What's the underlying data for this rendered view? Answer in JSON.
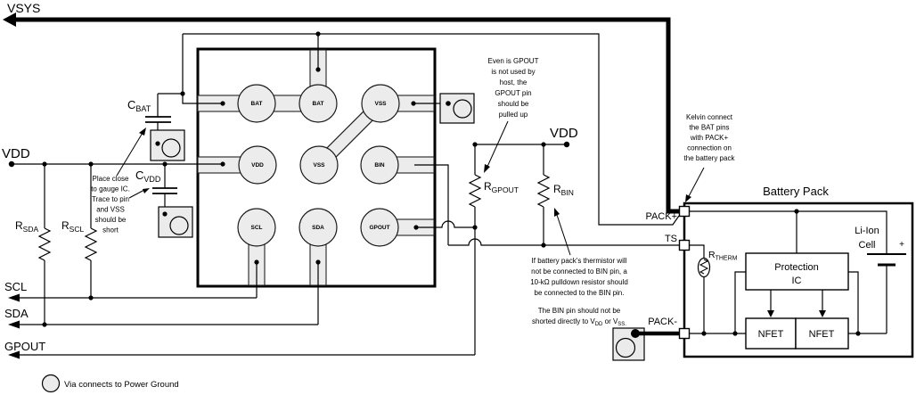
{
  "nets": {
    "vsys": "VSYS",
    "vdd_left": "VDD",
    "scl": "SCL",
    "sda": "SDA",
    "gpout": "GPOUT",
    "vdd_right": "VDD"
  },
  "components": {
    "c_bat": {
      "pre": "C",
      "sub": "BAT"
    },
    "c_vdd": {
      "pre": "C",
      "sub": "VDD"
    },
    "r_sda": {
      "pre": "R",
      "sub": "SDA"
    },
    "r_scl": {
      "pre": "R",
      "sub": "SCL"
    },
    "r_gpout": {
      "pre": "R",
      "sub": "GPOUT"
    },
    "r_bin": {
      "pre": "R",
      "sub": "BIN"
    },
    "r_therm": {
      "pre": "R",
      "sub": "THERM"
    }
  },
  "ic": {
    "pads": [
      "BAT",
      "BAT",
      "VSS",
      "VDD",
      "VSS",
      "BIN",
      "SCL",
      "SDA",
      "GPOUT"
    ]
  },
  "battery_pack": {
    "title": "Battery Pack",
    "pack_plus": "PACK+",
    "ts": "TS",
    "pack_minus": "PACK-",
    "protection_line1": "Protection",
    "protection_line2": "IC",
    "nfet_left": "NFET",
    "nfet_right": "NFET",
    "cell_line1": "Li-Ion",
    "cell_line2": "Cell",
    "cell_plus": "+"
  },
  "notes": {
    "gpout": {
      "lines": [
        "Even is GPOUT",
        "is not used by",
        "host, the",
        "GPOUT pin",
        "should be",
        "pulled up"
      ]
    },
    "place": {
      "lines": [
        "Place close",
        "to gauge IC.",
        "Trace to pin",
        "and VSS",
        "should be",
        "short"
      ]
    },
    "kelvin": {
      "lines": [
        "Kelvin connect",
        "the BAT pins",
        "with PACK+",
        "connection on",
        "the battery pack"
      ]
    },
    "bin": {
      "para1": [
        "If battery pack's thermistor will",
        "not be connected to BIN pin, a",
        "10-kΩ pulldown resistor should",
        "be connected to the BIN pin."
      ],
      "para2_line1": "The BIN pin should not be",
      "para2_line2": {
        "a": "shorted directly to V",
        "b": "DD",
        "c": " or V",
        "d": "SS."
      }
    }
  },
  "legend": {
    "text": "Via connects to Power Ground"
  },
  "colors": {
    "pad_fill": "#ececec",
    "via_fill": "#ebebeb",
    "wire": "#000000",
    "background": "#ffffff"
  }
}
